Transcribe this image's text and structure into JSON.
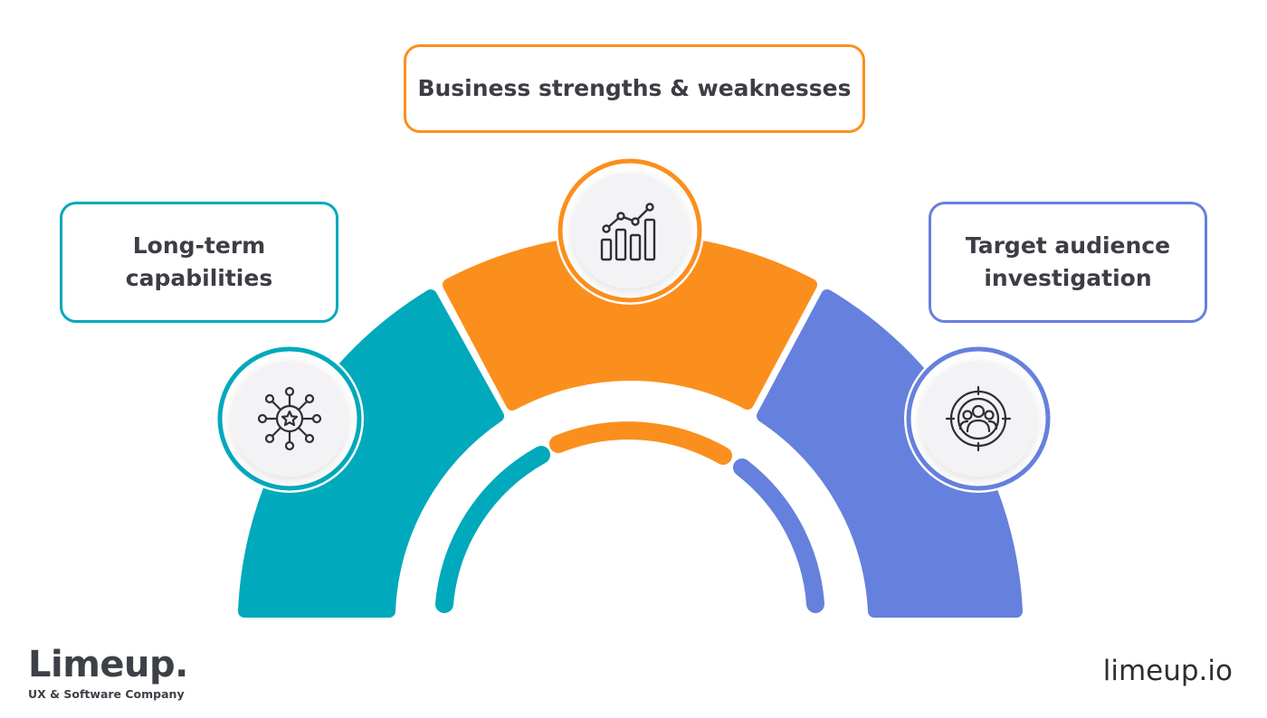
{
  "labels": {
    "top": "Business strengths & weaknesses",
    "left_line1": "Long-term",
    "left_line2": "capabilities",
    "right_line1": "Target audience",
    "right_line2": "investigation"
  },
  "brand": {
    "name": "Limeup.",
    "tagline": "UX & Software Company",
    "url": "limeup.io"
  },
  "icons": {
    "left": "network-star-icon",
    "top": "growth-chart-icon",
    "right": "target-audience-icon"
  },
  "colors": {
    "teal": "#00a9bb",
    "orange": "#fb8f1d",
    "purple": "#6680dd",
    "text": "#3d3d45",
    "icon_stroke": "#2f2f34"
  }
}
